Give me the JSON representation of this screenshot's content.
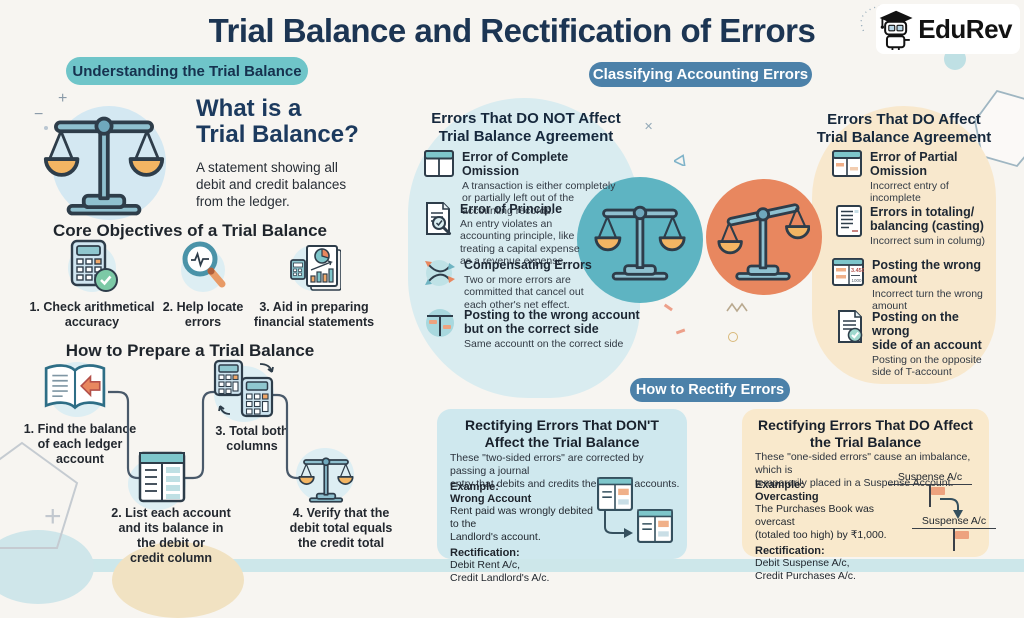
{
  "colors": {
    "title_navy": "#1c3553",
    "badge_teal": "#6fc5c9",
    "badge_blue": "#4c81a9",
    "panel_blue": "#d9ecf0",
    "panel_peach": "#f8e8cd",
    "circle_teal": "#5eb4c2",
    "circle_orange": "#e8875f",
    "pan_orange": "#f3b563",
    "box_blue": "#cfe8ee",
    "box_peach": "#f9e9cc"
  },
  "header": {
    "title": "Trial Balance and Rectification of Errors",
    "logo": "EduRev"
  },
  "understanding": {
    "badge": "Understanding the Trial Balance",
    "what": {
      "heading": "What is a\nTrial Balance?",
      "body": "A statement showing all\ndebit and credit balances\nfrom the ledger."
    },
    "objectives": {
      "heading": "Core Objectives of a Trial Balance",
      "items": [
        {
          "icon": "calculator-check-icon",
          "label": "1. Check arithmetical\naccuracy"
        },
        {
          "icon": "magnifier-icon",
          "label": "2. Help locate\nerrors"
        },
        {
          "icon": "financial-report-icon",
          "label": "3. Aid in preparing\nfinancial statements"
        }
      ]
    },
    "prepare": {
      "heading": "How to Prepare a Trial Balance",
      "steps": [
        {
          "icon": "ledger-book-icon",
          "label": "1. Find the balance\nof each ledger\naccount"
        },
        {
          "icon": "account-columns-icon",
          "label": "2. List each account\nand its balance in\nthe debit or\ncredit column"
        },
        {
          "icon": "calculators-icon",
          "label": "3. Total both\ncolumns"
        },
        {
          "icon": "balance-scale-icon",
          "label": "4. Verify that the\ndebit total equals\nthe credit total"
        }
      ]
    }
  },
  "classifying": {
    "badge": "Classifying Accounting Errors",
    "not_affect": {
      "heading": "Errors That DO NOT Affect\nTrial Balance Agreement",
      "items": [
        {
          "icon": "ledger-window-icon",
          "title": "Error of Complete Omission",
          "desc": "A transaction is either completely\nor partially left out of the\naccounting records."
        },
        {
          "icon": "document-magnifier-icon",
          "title": "Error of Principle",
          "desc": "An entry violates an\naccounting principle, like\ntreating a capital expense\nas a revenue expense."
        },
        {
          "icon": "crossed-arrows-icon",
          "title": "Compensating Errors",
          "desc": "Two or more errors are\ncommitted that cancel out\neach other's net effect."
        },
        {
          "icon": "t-account-icon",
          "title": "Posting to the wrong account\nbut on the correct side",
          "desc": "Same accountt on the correct side"
        }
      ]
    },
    "do_affect": {
      "heading": "Errors That DO Affect\nTrial Balance Agreement",
      "items": [
        {
          "icon": "partial-table-icon",
          "title": "Error of Partial\nOmission",
          "desc": "Incorrect entry of\nincomplete"
        },
        {
          "icon": "totaling-list-icon",
          "title": "Errors in totaling/\nbalancing (casting)",
          "desc": "Incorrect sum in columg)"
        },
        {
          "icon": "amount-table-icon",
          "title": "Posting the wrong\namount",
          "desc": "Incorrect turn the wrong\namount"
        },
        {
          "icon": "document-check-icon",
          "title": "Posting on the wrong\nside of an account",
          "desc": "Posting on the opposite\nside of T-account"
        }
      ]
    }
  },
  "rectify": {
    "badge": "How to Rectify Errors",
    "dont_box": {
      "heading": "Rectifying Errors That DON'T\nAffect the Trial Balance",
      "body": "These \"two-sided errors\" are corrected by passing a journal\nentry that debits and credits the correct accounts.",
      "example_label": "Example:",
      "example_title": "Wrong Account",
      "example_body": "Rent paid was wrongly debited to the\nLandlord's account.",
      "rectification_label": "Rectification:",
      "rectification_body": "Debit Rent A/c,\nCredit Landlord's A/c."
    },
    "do_box": {
      "heading": "Rectifying Errors That DO Affect\nthe Trial Balance",
      "body": "These \"one-sided errors\" cause an imbalance, which is\ntemporarily placed in a Suspense Account.",
      "example_label": "Example:",
      "example_title": "Overcasting",
      "example_body": "The Purchases Book was overcast\n(totaled too high) by ₹1,000.",
      "rectification_label": "Rectification:",
      "rectification_body": "Debit Suspense A/c,\nCredit Purchases A/c.",
      "taccount1_label": "Suspense A/c",
      "taccount2_label": "Suspense A/c"
    }
  }
}
